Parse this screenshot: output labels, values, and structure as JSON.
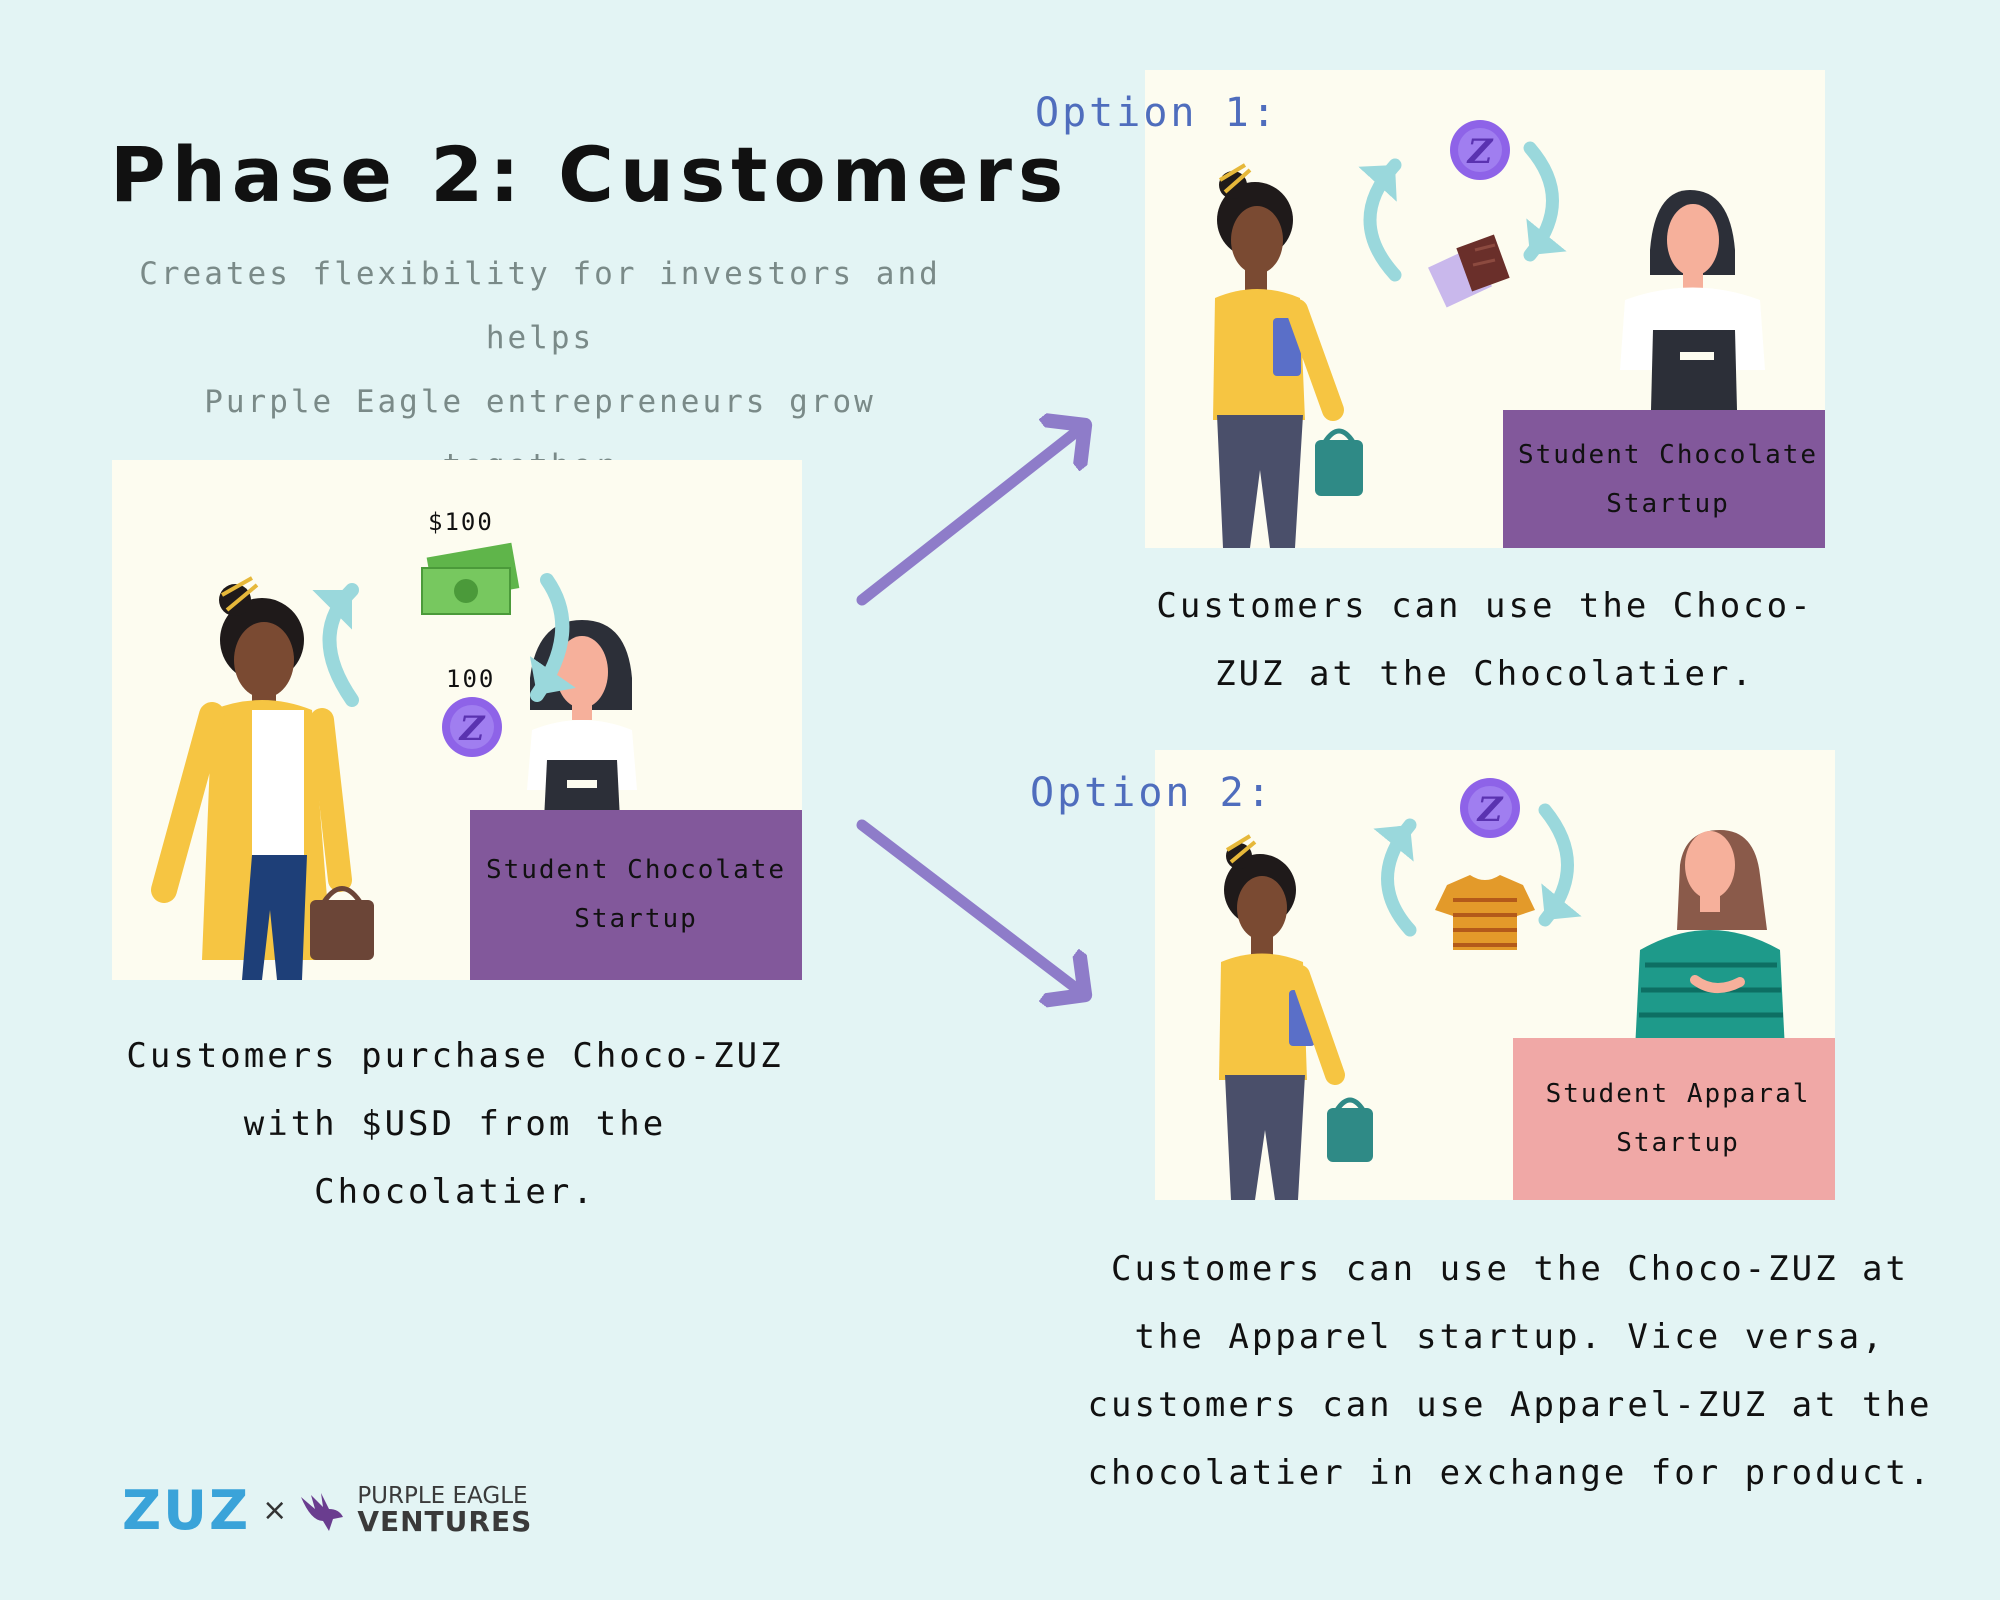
{
  "header": {
    "title": "Phase 2: Customers",
    "subtitle_line1": "Creates flexibility for investors and helps",
    "subtitle_line2": "Purple Eagle entrepreneurs grow together."
  },
  "left_scene": {
    "money_label": "$100",
    "token_label": "100",
    "counter_line1": "Student Chocolate",
    "counter_line2": "Startup",
    "caption_line1": "Customers purchase Choco-ZUZ",
    "caption_line2": "with $USD from the Chocolatier."
  },
  "option1": {
    "label": "Option 1:",
    "counter_line1": "Student Chocolate",
    "counter_line2": "Startup",
    "caption_line1": "Customers can use the Choco-",
    "caption_line2": "ZUZ at the Chocolatier."
  },
  "option2": {
    "label": "Option 2:",
    "counter_line1": "Student Apparal",
    "counter_line2": "Startup",
    "caption_line1": "Customers can use the Choco-ZUZ at",
    "caption_line2": "the Apparel startup. Vice versa,",
    "caption_line3": "customers can use Apparel-ZUZ at the",
    "caption_line4": "chocolatier in exchange for product."
  },
  "footer": {
    "brand_zuz": "ZUZ",
    "times": "×",
    "brand_pe_line1": "PURPLE EAGLE",
    "brand_pe_line2": "VENTURES"
  },
  "colors": {
    "background": "#e3f4f4",
    "panel": "#fdfcf0",
    "counter_purple": "#82589b",
    "counter_pink": "#f0a8a6",
    "arrow_purple": "#8e7cc9",
    "cycle_arrow": "#9ad8dc",
    "coin": "#8e63e8",
    "option_label": "#4f6dbd",
    "subtitle": "#7a8a88"
  }
}
